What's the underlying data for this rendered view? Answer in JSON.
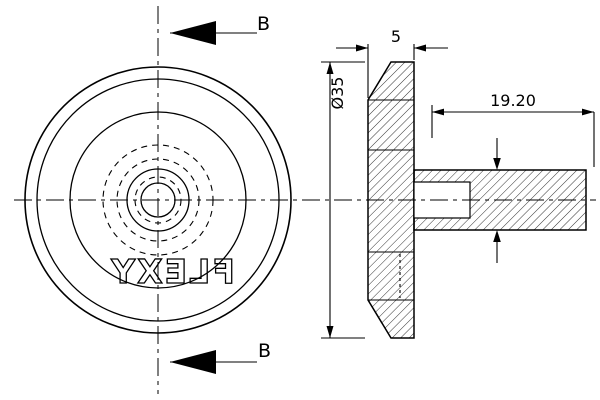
{
  "drawing": {
    "colors": {
      "background": "#ffffff",
      "line": "#000000"
    },
    "labels": {
      "section_top": "B",
      "section_bottom": "B",
      "logo": "FLEXY"
    },
    "dimensions": {
      "flange_width": "5",
      "outer_diameter": "Ø35",
      "shaft_length": "19.20"
    }
  }
}
